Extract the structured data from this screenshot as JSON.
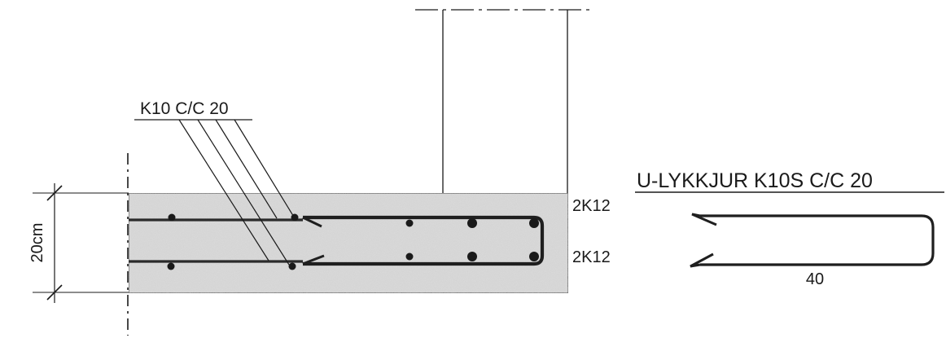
{
  "callout": {
    "label": "K10 C/C 20"
  },
  "slab": {
    "thickness_label": "20cm",
    "top_bars_label": "2K12",
    "bottom_bars_label": "2K12"
  },
  "u_bar": {
    "title": "U-LYKKJUR K10S C/C 20",
    "length_label": "40"
  },
  "colors": {
    "ink": "#1a1a1a",
    "concrete": "#dcdcdc",
    "rebar": "#2b2b2b"
  }
}
